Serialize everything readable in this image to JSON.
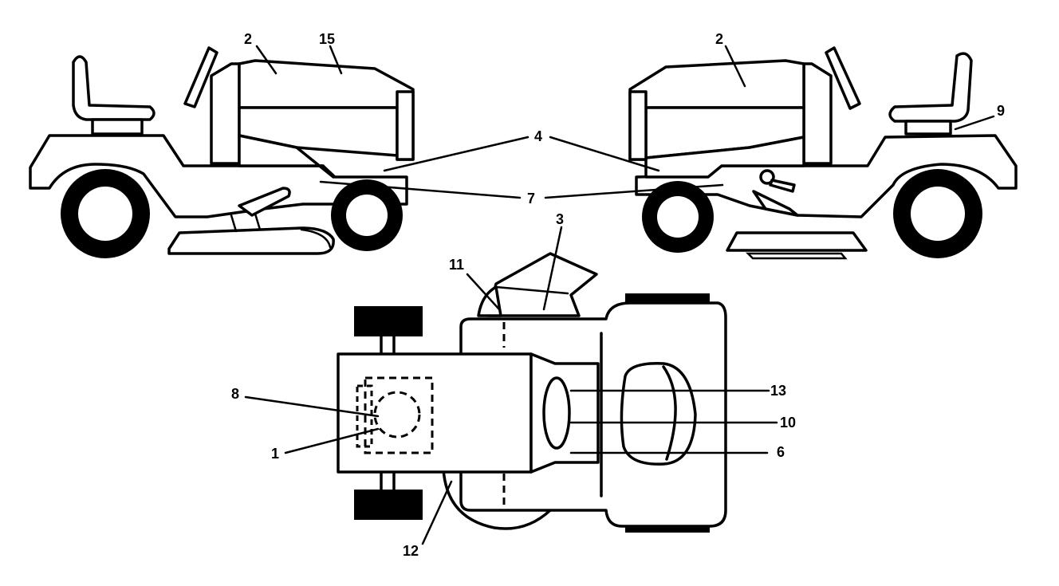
{
  "callouts": [
    {
      "id": "l2a",
      "text": "2"
    },
    {
      "id": "l15",
      "text": "15"
    },
    {
      "id": "l2b",
      "text": "2"
    },
    {
      "id": "l9",
      "text": "9"
    },
    {
      "id": "l4",
      "text": "4"
    },
    {
      "id": "l7",
      "text": "7"
    },
    {
      "id": "l3",
      "text": "3"
    },
    {
      "id": "l11",
      "text": "11"
    },
    {
      "id": "l8",
      "text": "8"
    },
    {
      "id": "l1",
      "text": "1"
    },
    {
      "id": "l13",
      "text": "13"
    },
    {
      "id": "l10",
      "text": "10"
    },
    {
      "id": "l6",
      "text": "6"
    },
    {
      "id": "l12",
      "text": "12"
    }
  ]
}
